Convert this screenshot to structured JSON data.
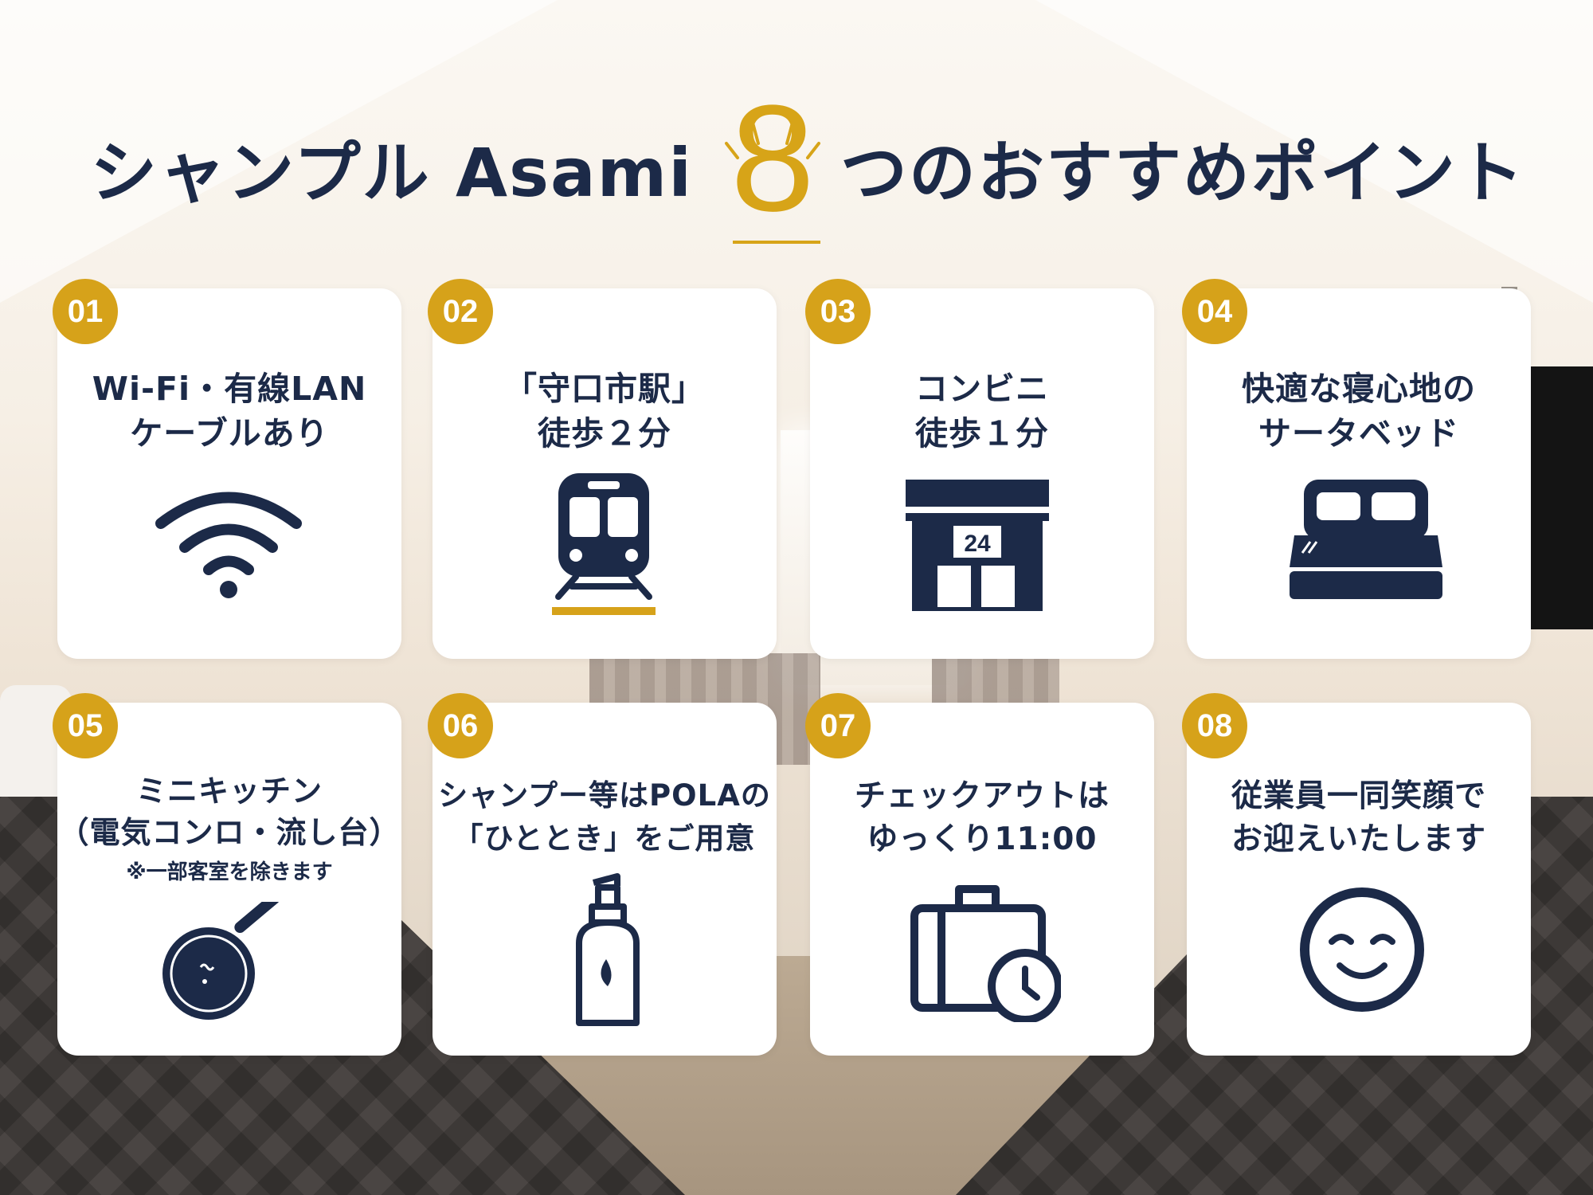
{
  "title": {
    "left": "シャンプル Asami",
    "number": "8",
    "right": "つのおすすめポイント"
  },
  "colors": {
    "navy": "#1c2a48",
    "gold": "#d6a21a"
  },
  "cards": [
    {
      "num": "01",
      "lines": [
        "Wi-Fi・有線LAN",
        "ケーブルあり"
      ],
      "icon": "wifi-icon"
    },
    {
      "num": "02",
      "lines": [
        "「守口市駅」",
        "徒歩２分"
      ],
      "icon": "train-icon"
    },
    {
      "num": "03",
      "lines": [
        "コンビニ",
        "徒歩１分"
      ],
      "icon": "convenience-store-icon",
      "store_sign": "24"
    },
    {
      "num": "04",
      "lines": [
        "快適な寝心地の",
        "サータベッド"
      ],
      "icon": "bed-icon"
    },
    {
      "num": "05",
      "lines": [
        "ミニキッチン",
        "（電気コンロ・流し台）"
      ],
      "note": "※一部客室を除きます",
      "icon": "frying-pan-icon"
    },
    {
      "num": "06",
      "lines": [
        "シャンプー等はPOLAの",
        "「ひととき」をご用意"
      ],
      "icon": "shampoo-bottle-icon"
    },
    {
      "num": "07",
      "lines": [
        "チェックアウトは",
        "ゆっくり11:00"
      ],
      "icon": "suitcase-clock-icon"
    },
    {
      "num": "08",
      "lines": [
        "従業員一同笑顔で",
        "お迎えいたします"
      ],
      "icon": "smiley-face-icon"
    }
  ]
}
